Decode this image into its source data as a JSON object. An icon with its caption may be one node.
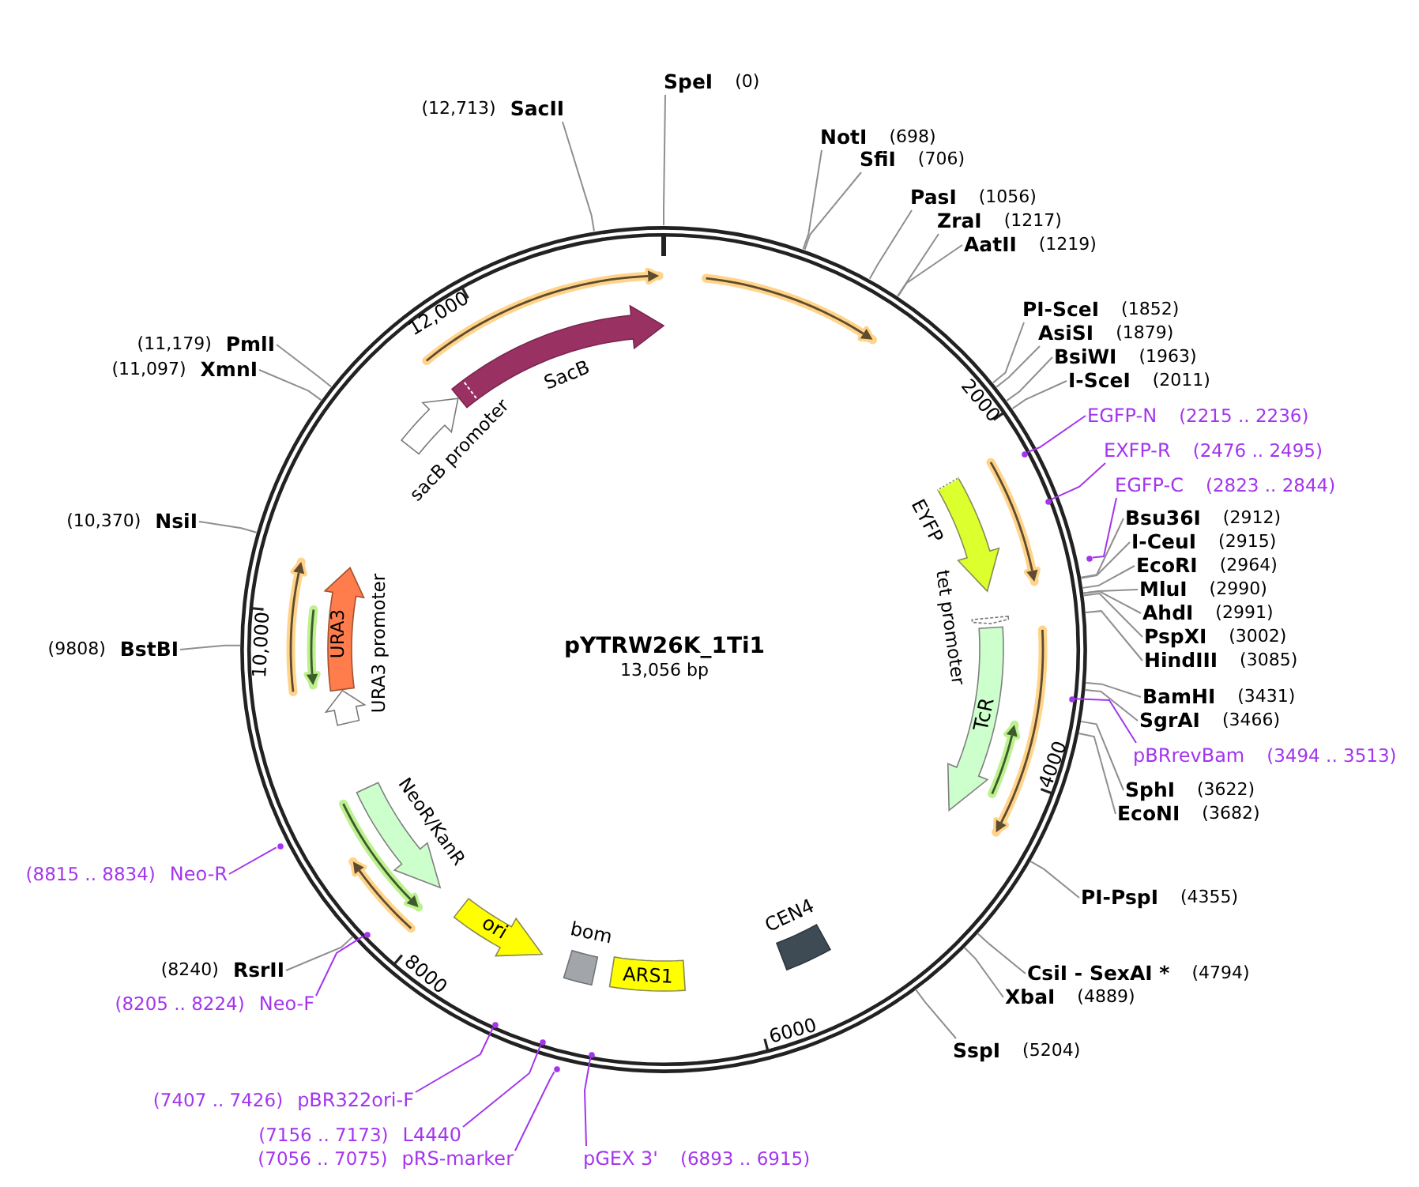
{
  "diagram": {
    "nodes": [
      {
        "text": [
          "pYTRW26K_1Ti1",
          "13,056 bp"
        ]
      },
      {
        "text": [],
        "shape": "arrow",
        "beside": [
          "SacB"
        ],
        "in": 0
      },
      {
        "text": [],
        "shape": "arrow",
        "beside": [
          "sacB promoter"
        ],
        "in": 0
      },
      {
        "text": [],
        "shape": "arrow",
        "beside": [
          "EYFP"
        ],
        "in": 0
      },
      {
        "text": [],
        "shape": "arrow",
        "beside": [
          "tet promoter"
        ],
        "in": 0
      },
      {
        "text": [
          "TcR"
        ],
        "in": 0
      },
      {
        "text": [],
        "shape": "box",
        "beside": [
          "CEN4"
        ],
        "in": 0
      },
      {
        "text": [
          "ARS1"
        ],
        "in": 0
      },
      {
        "text": [],
        "shape": "box",
        "beside": [
          "bom"
        ],
        "in": 0
      },
      {
        "text": [
          "ori"
        ],
        "in": 0
      },
      {
        "text": [],
        "shape": "arrow",
        "beside": [
          "NeoR/KanR"
        ],
        "in": 0
      },
      {
        "text": [],
        "shape": "arrow",
        "beside": [
          "URA3 promoter"
        ],
        "in": 0
      },
      {
        "text": [
          "URA3"
        ],
        "in": 0
      },
      {
        "text": [
          "SpeI",
          "(0)"
        ]
      },
      {
        "text": [
          "NotI",
          "(698)"
        ]
      },
      {
        "text": [
          "SfiI",
          "(706)"
        ]
      },
      {
        "text": [
          "PasI",
          "(1056)"
        ]
      },
      {
        "text": [
          "ZraI",
          "(1217)"
        ]
      },
      {
        "text": [
          "AatII",
          "(1219)"
        ]
      },
      {
        "text": [
          "PI-SceI",
          "(1852)"
        ]
      },
      {
        "text": [
          "AsiSI",
          "(1879)"
        ]
      },
      {
        "text": [
          "BsiWI",
          "(1963)"
        ]
      },
      {
        "text": [
          "I-SceI",
          "(2011)"
        ]
      },
      {
        "text": [
          "EGFP-N",
          "(2215 .. 2236)"
        ]
      },
      {
        "text": [],
        "shape": "dot",
        "in": 0
      },
      {
        "text": [
          "EXFP-R",
          "(2476 .. 2495)"
        ]
      },
      {
        "text": [],
        "shape": "dot",
        "in": 0
      },
      {
        "text": [
          "EGFP-C",
          "(2823 .. 2844)"
        ]
      },
      {
        "text": [],
        "shape": "dot"
      },
      {
        "text": [
          "Bsu36I",
          "(2912)"
        ]
      },
      {
        "text": [
          "I-CeuI",
          "(2915)"
        ]
      },
      {
        "text": [
          "EcoRI",
          "(2964)"
        ]
      },
      {
        "text": [
          "MluI",
          "(2990)"
        ]
      },
      {
        "text": [
          "AhdI",
          "(2991)"
        ]
      },
      {
        "text": [
          "PspXI",
          "(3002)"
        ]
      },
      {
        "text": [
          "HindIII",
          "(3085)"
        ]
      },
      {
        "text": [
          "BamHI",
          "(3431)"
        ]
      },
      {
        "text": [
          "SgrAI",
          "(3466)"
        ]
      },
      {
        "text": [
          "pBRrevBam",
          "(3494 .. 3513)"
        ]
      },
      {
        "text": [],
        "shape": "dot",
        "in": 0
      },
      {
        "text": [
          "SphI",
          "(3622)"
        ]
      },
      {
        "text": [
          "EcoNI",
          "(3682)"
        ]
      },
      {
        "text": [
          "PI-PspI",
          "(4355)"
        ]
      },
      {
        "text": [
          "CsiI - SexAI *",
          "(4794)"
        ]
      },
      {
        "text": [
          "XbaI",
          "(4889)"
        ]
      },
      {
        "text": [
          "SspI",
          "(5204)"
        ]
      },
      {
        "text": [
          "pGEX 3'",
          "(6893 .. 6915)"
        ]
      },
      {
        "text": [],
        "shape": "dot",
        "in": 0
      },
      {
        "text": [
          "(7056 .. 7075)",
          "pRS-marker"
        ]
      },
      {
        "text": [],
        "shape": "dot"
      },
      {
        "text": [
          "(7156 .. 7173)",
          "L4440"
        ]
      },
      {
        "text": [],
        "shape": "dot",
        "in": 0
      },
      {
        "text": [
          "(7407 .. 7426)",
          "pBR322ori-F"
        ]
      },
      {
        "text": [],
        "shape": "dot",
        "in": 0
      },
      {
        "text": [
          "(8205 .. 8224)",
          "Neo-F"
        ]
      },
      {
        "text": [],
        "shape": "dot",
        "in": 0
      },
      {
        "text": [
          "(8240)",
          "RsrII"
        ]
      },
      {
        "text": [
          "(8815 .. 8834)",
          "Neo-R"
        ]
      },
      {
        "text": [],
        "shape": "dot"
      },
      {
        "text": [
          "(9808)",
          "BstBI"
        ]
      },
      {
        "text": [
          "(10,370)",
          "NsiI"
        ]
      },
      {
        "text": [
          "(11,097)",
          "XmnI"
        ]
      },
      {
        "text": [
          "(11,179)",
          "PmlI"
        ]
      },
      {
        "text": [
          "(12,713)",
          "SacII"
        ]
      }
    ],
    "edges": [
      {
        "from": 13,
        "to": 0,
        "arrow": "none"
      },
      {
        "from": 14,
        "to": 0,
        "arrow": "none"
      },
      {
        "from": 15,
        "to": 0,
        "arrow": "none"
      },
      {
        "from": 16,
        "to": 0,
        "arrow": "none"
      },
      {
        "from": 17,
        "to": 0,
        "arrow": "none"
      },
      {
        "from": 18,
        "to": 0,
        "arrow": "none"
      },
      {
        "from": 19,
        "to": 0,
        "arrow": "none"
      },
      {
        "from": 20,
        "to": 0,
        "arrow": "none"
      },
      {
        "from": 21,
        "to": 0,
        "arrow": "none"
      },
      {
        "from": 22,
        "to": 0,
        "arrow": "none"
      },
      {
        "from": 23,
        "to": 24,
        "arrow": "none",
        "color": "#a335ee"
      },
      {
        "from": 25,
        "to": 26,
        "arrow": "none",
        "color": "#a335ee"
      },
      {
        "from": 27,
        "to": 28,
        "arrow": "none",
        "color": "#a335ee"
      },
      {
        "from": 29,
        "to": 0,
        "arrow": "none"
      },
      {
        "from": 30,
        "to": 0,
        "arrow": "none"
      },
      {
        "from": 31,
        "to": 0,
        "arrow": "none"
      },
      {
        "from": 32,
        "to": 0,
        "arrow": "none"
      },
      {
        "from": 33,
        "to": 0,
        "arrow": "none"
      },
      {
        "from": 34,
        "to": 0,
        "arrow": "none"
      },
      {
        "from": 35,
        "to": 0,
        "arrow": "none"
      },
      {
        "from": 36,
        "to": 0,
        "arrow": "none"
      },
      {
        "from": 37,
        "to": 0,
        "arrow": "none"
      },
      {
        "from": 38,
        "to": 39,
        "arrow": "none",
        "color": "#a335ee"
      },
      {
        "from": 40,
        "to": 0,
        "arrow": "none"
      },
      {
        "from": 41,
        "to": 0,
        "arrow": "none"
      },
      {
        "from": 42,
        "to": 0,
        "arrow": "none"
      },
      {
        "from": 43,
        "to": 0,
        "arrow": "none"
      },
      {
        "from": 44,
        "to": 0,
        "arrow": "none"
      },
      {
        "from": 45,
        "to": 0,
        "arrow": "none"
      },
      {
        "from": 46,
        "to": 47,
        "arrow": "none",
        "color": "#a335ee"
      },
      {
        "from": 48,
        "to": 49,
        "arrow": "none",
        "color": "#a335ee"
      },
      {
        "from": 50,
        "to": 51,
        "arrow": "none",
        "color": "#a335ee"
      },
      {
        "from": 52,
        "to": 53,
        "arrow": "none",
        "color": "#a335ee"
      },
      {
        "from": 54,
        "to": 55,
        "arrow": "none",
        "color": "#a335ee"
      },
      {
        "from": 56,
        "to": 0,
        "arrow": "none"
      },
      {
        "from": 57,
        "to": 58,
        "arrow": "none",
        "color": "#a335ee"
      },
      {
        "from": 59,
        "to": 0,
        "arrow": "none"
      },
      {
        "from": 60,
        "to": 0,
        "arrow": "none"
      },
      {
        "from": 61,
        "to": 0,
        "arrow": "none"
      },
      {
        "from": 62,
        "to": 0,
        "arrow": "none"
      },
      {
        "from": 63,
        "to": 0,
        "arrow": "none"
      }
    ],
    "labels": [
      "2000",
      "4000",
      "6000",
      "8000",
      "10,000",
      "12,000"
    ]
  }
}
